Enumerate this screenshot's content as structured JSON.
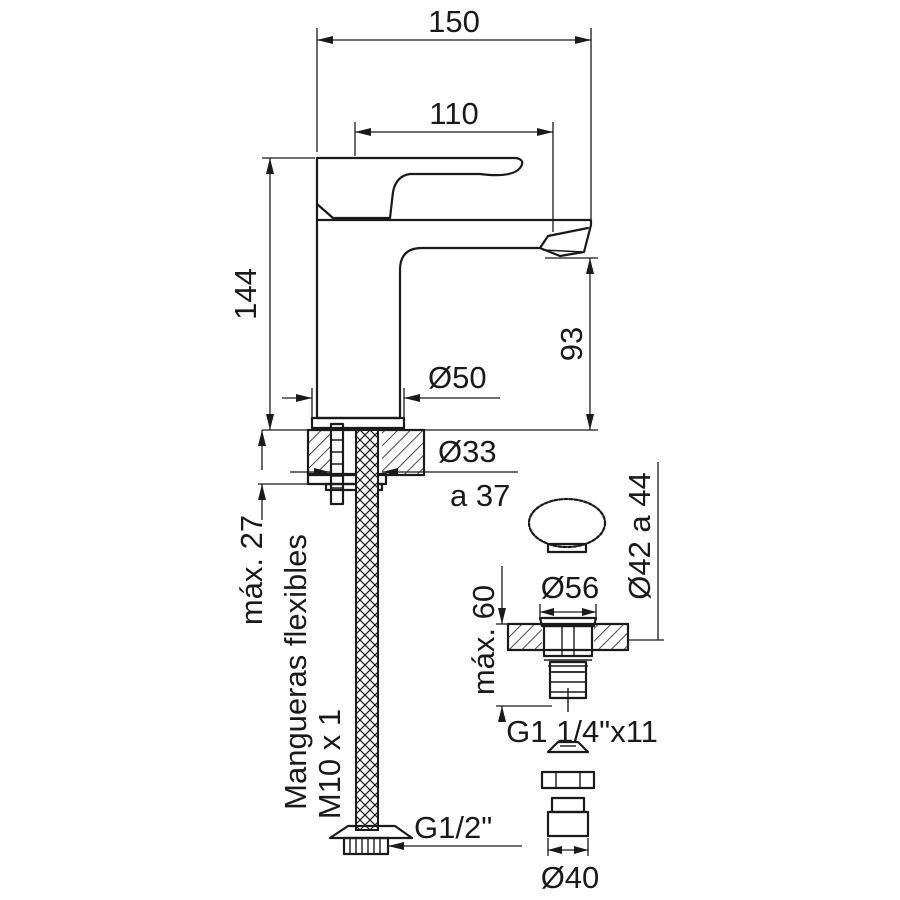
{
  "dimensions": {
    "total_width": "150",
    "spout_reach": "110",
    "total_height": "144",
    "spout_height": "93",
    "body_diameter": "Ø50",
    "hole_diameter_line1": "Ø33",
    "hole_diameter_line2": "a 37",
    "max_thickness": "máx. 27",
    "hoses_line1": "Mangueras flexibles",
    "hoses_line2": "M10 x 1",
    "hose_thread": "G1/2\"",
    "drain_hole_diameter": "Ø42 a 44",
    "drain_cap_diameter": "Ø56",
    "drain_max_thickness": "máx. 60",
    "drain_thread": "G1 1/4\"x11",
    "drain_outlet_diameter": "Ø40"
  }
}
